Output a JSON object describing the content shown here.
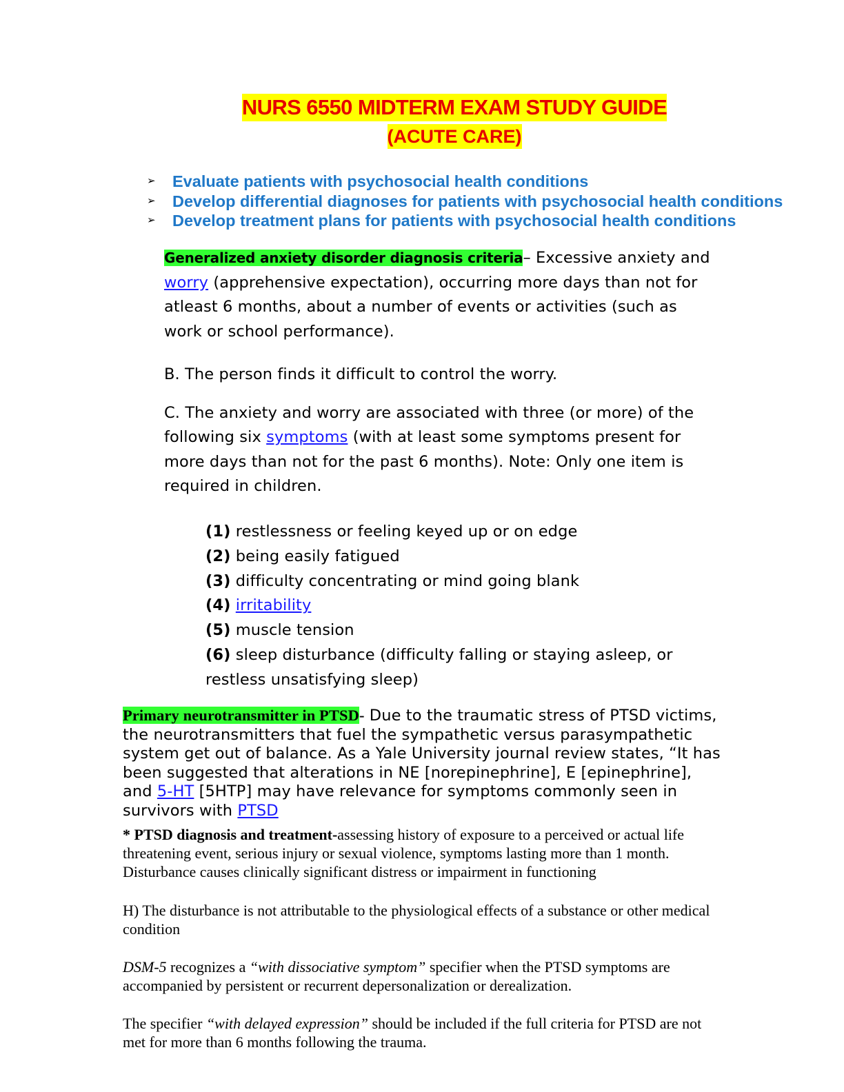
{
  "header": {
    "title": "NURS 6550 MIDTERM EXAM STUDY GUIDE",
    "subtitle": "(ACUTE CARE)"
  },
  "objectives": [
    "Evaluate patients with psychosocial health conditions",
    "Develop differential diagnoses for patients with psychosocial health conditions",
    "Develop treatment plans for patients with psychosocial health conditions"
  ],
  "bullet_glyph": "➢",
  "gad": {
    "heading": "Generalized anxiety disorder diagnosis criteria",
    "para_a_1": "– Excessive anxiety and ",
    "link_worry": "worry",
    "para_a_2": " (apprehensive expectation), occurring more days than not for atleast 6 months, about a number of events or activities (such as work or school performance).",
    "para_b": "B. The person finds it difficult to control the worry.",
    "para_c_1": "C. The anxiety and worry are associated with three (or more) of the following six ",
    "link_symptoms": "symptoms",
    "para_c_2": " (with at least some symptoms present for more days than not for the past 6 months). Note: Only one item is required in children."
  },
  "symptoms": [
    {
      "num": "(1)",
      "text": " restlessness or feeling keyed up or on edge"
    },
    {
      "num": "(2)",
      "text": " being easily fatigued"
    },
    {
      "num": "(3)",
      "text": " difficulty concentrating or mind going blank"
    },
    {
      "num": "(4)",
      "text": "irritability"
    },
    {
      "num": "(5)",
      "text": " muscle tension"
    },
    {
      "num": "(6)",
      "text": " sleep disturbance (difficulty falling or staying asleep, or restless unsatisfying sleep)"
    }
  ],
  "ptsd": {
    "heading": "Primary neurotransmitter in PTSD",
    "dash": "-",
    "text_1": " Due to the traumatic stress of PTSD victims, the neurotransmitters that fuel the sympathetic versus parasympathetic system get out of balance. As a Yale University journal review states, “It has been suggested that alterations in NE [norepinephrine], E [epinephrine], and ",
    "link_5ht": "5-HT",
    "text_2": " [5HTP] may have relevance for symptoms commonly seen in survivors with ",
    "link_ptsd": "PTSD"
  },
  "dx": {
    "heading": "* PTSD diagnosis and treatment-",
    "text": "assessing history of exposure to a perceived or actual life threatening event, serious injury or sexual violence, symptoms lasting more than 1 month. Disturbance causes clinically significant distress or impairment in functioning"
  },
  "h_section": "H) The disturbance is not attributable to the physiological effects of a substance or other medical condition",
  "dsm": {
    "italic_1": "DSM-5",
    "text_1": " recognizes a ",
    "italic_2": "“with dissociative symptom”",
    "text_2": " specifier when the PTSD symptoms are accompanied by persistent or recurrent depersonalization or derealization."
  },
  "specifier": {
    "text_1": "The specifier ",
    "italic": "“with delayed expression”",
    "text_2": " should be included if the full criteria for PTSD are not met for more than 6 months following the trauma."
  }
}
